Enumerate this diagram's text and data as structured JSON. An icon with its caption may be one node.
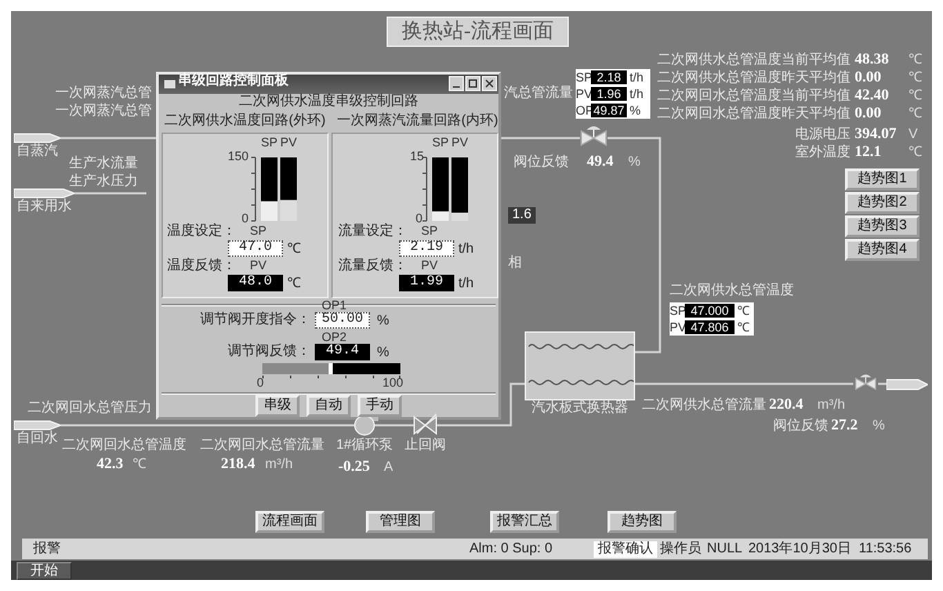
{
  "diagram": {
    "title": "换热站-流程画面",
    "nodes": [
      {
        "text": [
          "自蒸汽"
        ]
      },
      {
        "text": [
          "自来用水"
        ]
      },
      {
        "text": [],
        "shape": "valve"
      },
      {
        "text": [
          "汽水板式换热器"
        ]
      },
      {
        "text": [
          "自回水"
        ]
      },
      {
        "text": [
          "1#循环泵"
        ]
      },
      {
        "text": [
          "止回阀"
        ]
      },
      {
        "text": [],
        "shape": "valve"
      },
      {
        "text": [],
        "shape": "arrow"
      }
    ],
    "edges": [
      {
        "from": 0,
        "to": 2,
        "arrow": "none"
      },
      {
        "from": 1,
        "to": null,
        "arrow": "none"
      },
      {
        "from": 2,
        "to": 3,
        "arrow": "none"
      },
      {
        "from": 4,
        "to": 5,
        "arrow": "none"
      },
      {
        "from": 5,
        "to": 6,
        "arrow": "none"
      },
      {
        "from": 6,
        "to": 3,
        "arrow": "none"
      },
      {
        "from": 3,
        "to": 7,
        "arrow": "none"
      },
      {
        "from": 7,
        "to": 8,
        "arrow": "none"
      }
    ],
    "labels": [
      "一次网蒸汽总管",
      "一次网蒸汽总管",
      "生产水流量",
      "生产水压力",
      "串级回路控制面板",
      "二次网供水温度串级控制回路",
      "二次网供水温度回路(外环)",
      "一次网蒸汽流量回路(内环)",
      "SP",
      "PV",
      "150",
      "0",
      "SP",
      "PV",
      "15",
      "0",
      "温度设定：",
      "SP",
      "47.0",
      "℃",
      "温度反馈：",
      "PV",
      "48.0",
      "℃",
      "流量设定：",
      "SP",
      "2.19",
      "t/h",
      "流量反馈：",
      "PV",
      "1.99",
      "t/h",
      "调节阀开度指令：",
      "OP1",
      "50.00",
      "%",
      "调节阀反馈：",
      "OP2",
      "49.4",
      "%",
      "0",
      "100",
      "串级",
      "自动",
      "手动",
      "汽总管流量",
      "SP",
      "2.18",
      "t/h",
      "PV",
      "1.96",
      "t/h",
      "OP",
      "49.87",
      "%",
      "二次网供水总管温度当前平均值",
      "48.38",
      "℃",
      "二次网供水总管温度昨天平均值",
      "0.00",
      "℃",
      "二次网回水总管温度当前平均值",
      "42.40",
      "℃",
      "二次网回水总管温度昨天平均值",
      "0.00",
      "℃",
      "电源电压",
      "394.07",
      "V",
      "室外温度",
      "12.1",
      "℃",
      "阀位反馈",
      "49.4",
      "%",
      "趋势图1",
      "趋势图2",
      "趋势图3",
      "趋势图4",
      "1.6",
      "相",
      "二次网回水总管压力",
      "二次网回水总管温度",
      "42.3",
      "℃",
      "二次网回水总管流量",
      "218.4",
      "m³/h",
      "-0.25",
      "A",
      "二次网供水总管温度",
      "SP",
      "47.000",
      "℃",
      "PV",
      "47.806",
      "℃",
      "二次网供水总管流量",
      "220.4",
      "m³/h",
      "阀位反馈",
      "27.2",
      "%",
      "流程画面",
      "管理图",
      "报警汇总",
      "趋势图",
      "报警",
      "Alm: 0 Sup: 0",
      "报警确认",
      "操作员",
      "NULL",
      "2013年10月30日",
      "11:53:56",
      "开始"
    ]
  }
}
